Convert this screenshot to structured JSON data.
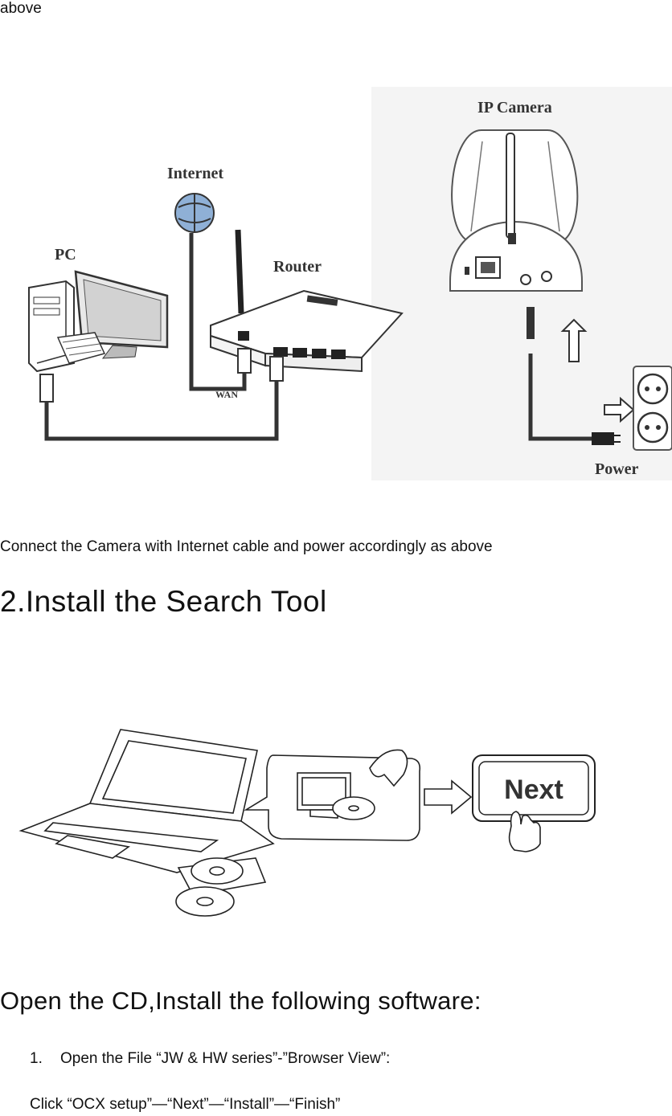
{
  "top_fragment": "above",
  "network_figure": {
    "labels": {
      "internet": "Internet",
      "pc": "PC",
      "router": "Router",
      "ip_camera": "IP Camera",
      "wan": "WAN",
      "power": "Power"
    }
  },
  "caption": "Connect the Camera with Internet cable and power accordingly as above",
  "section_install": {
    "heading": "2.Install the Search Tool"
  },
  "install_figure": {
    "next_button_label": "Next"
  },
  "section_open": {
    "heading": "Open the CD,Install the following software:"
  },
  "steps": [
    {
      "number": "1.",
      "text": "Open the File “JW & HW series”-”Browser View”:"
    }
  ],
  "click_sequence": "Click “OCX setup”—“Next”—“Install”—“Finish”"
}
